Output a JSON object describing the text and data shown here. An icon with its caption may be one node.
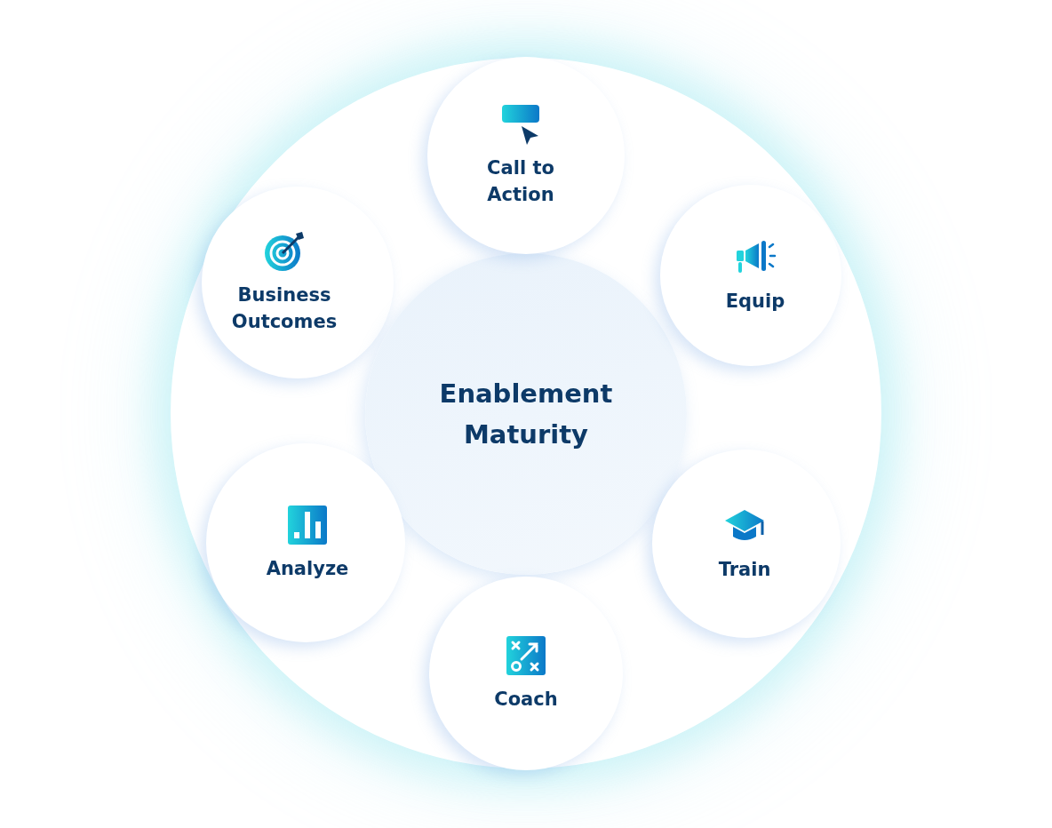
{
  "diagram": {
    "nodes": [
      {
        "text": [
          "Enablement Maturity"
        ]
      },
      {
        "text": [
          "Call to Action"
        ]
      },
      {
        "text": [
          "Equip"
        ]
      },
      {
        "text": [
          "Train"
        ]
      },
      {
        "text": [
          "Coach"
        ]
      },
      {
        "text": [
          "Analyze"
        ]
      },
      {
        "text": [
          "Business Outcomes"
        ]
      }
    ]
  }
}
